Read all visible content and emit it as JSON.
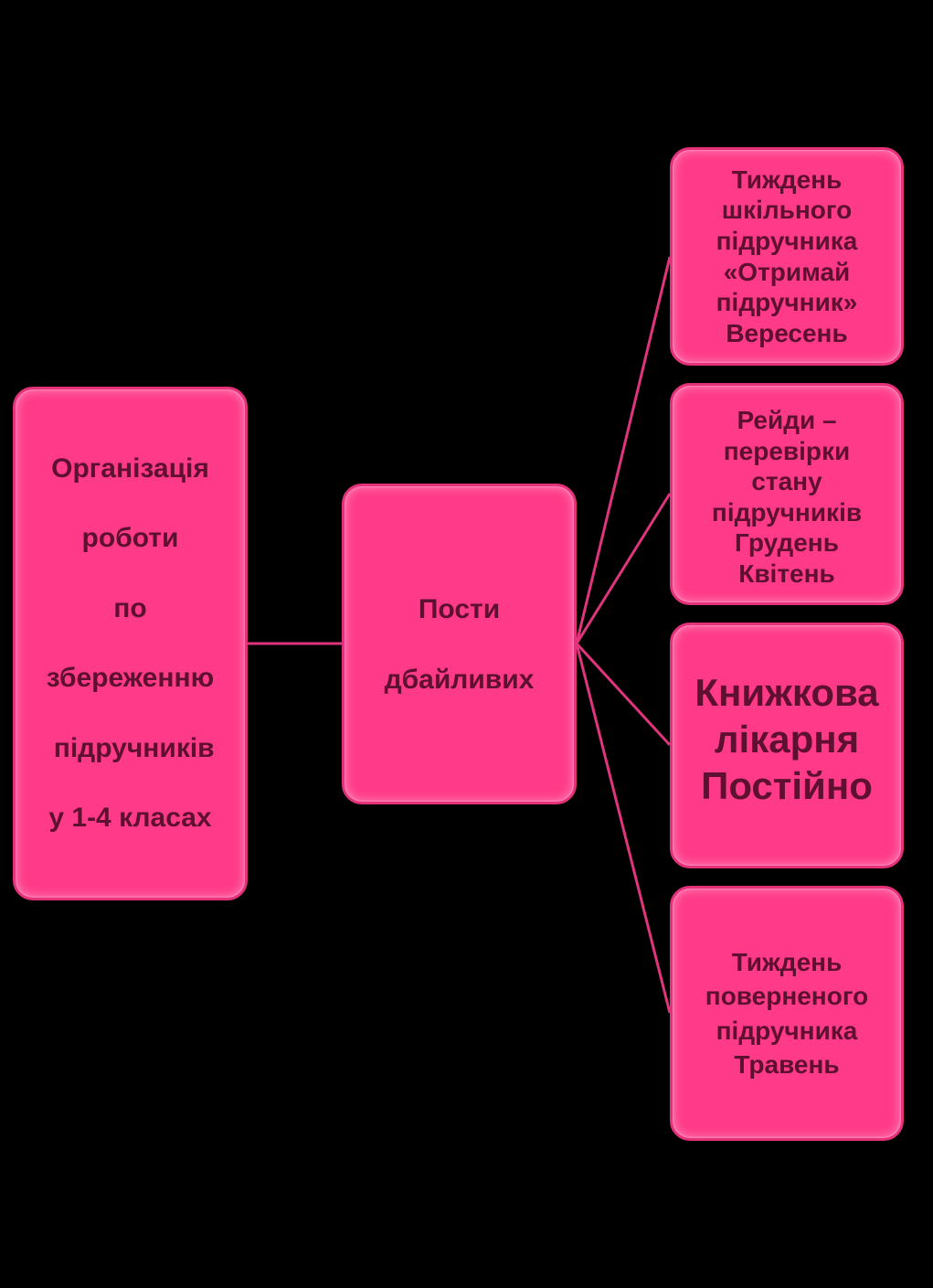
{
  "diagram": {
    "root": {
      "lines": [
        "Організація",
        "роботи",
        "по",
        "збереженню",
        " підручників",
        "у 1-4 класах"
      ]
    },
    "middle": {
      "lines": [
        "Пости",
        "дбайливих"
      ]
    },
    "leaves": [
      {
        "lines": [
          "Тиждень",
          "шкільного",
          "підручника",
          "«Отримай",
          "підручник»",
          "Вересень"
        ]
      },
      {
        "lines": [
          "Рейди –",
          "перевірки",
          "стану",
          "підручників",
          "Грудень",
          "Квітень"
        ]
      },
      {
        "lines": [
          "Книжкова",
          "лікарня",
          "Постійно"
        ]
      },
      {
        "lines": [
          "Тиждень",
          "поверненого",
          "підручника",
          "Травень"
        ]
      }
    ]
  },
  "colors": {
    "background": "#000000",
    "box_fill": "#ff3a88",
    "box_text": "#5e1030",
    "connector": "#e0347c"
  }
}
